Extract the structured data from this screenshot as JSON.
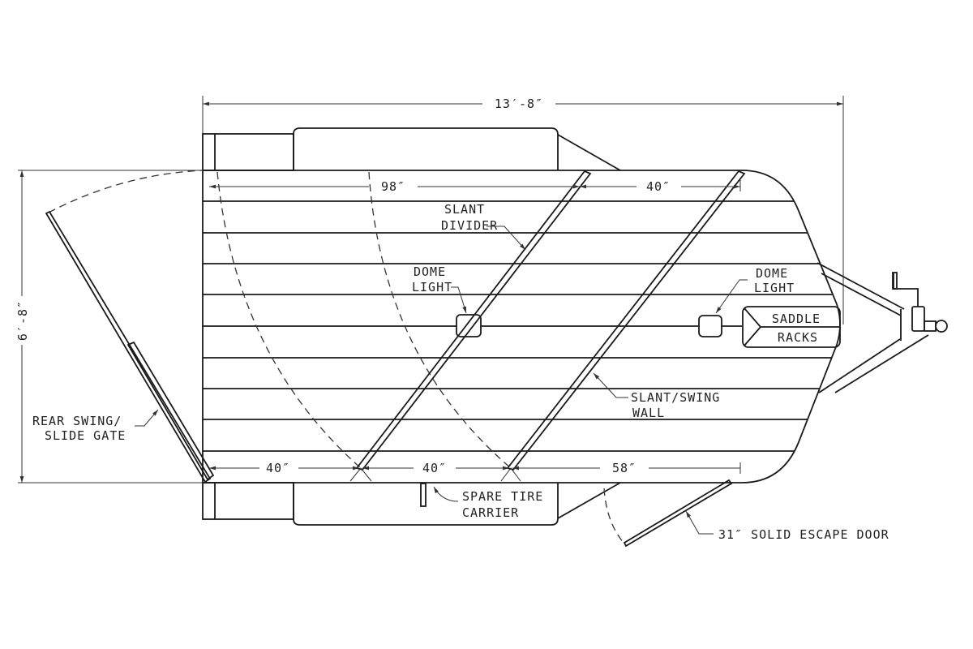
{
  "dimensions": {
    "overall_length": "13′-8″",
    "overall_width": "6′-8″",
    "top_rear": "98″",
    "top_front": "40″",
    "bottom_1": "40″",
    "bottom_2": "40″",
    "bottom_3": "58″"
  },
  "labels": {
    "slant_divider": [
      "SLANT",
      "DIVIDER"
    ],
    "dome_light_1": [
      "DOME",
      "LIGHT"
    ],
    "dome_light_2": [
      "DOME",
      "LIGHT"
    ],
    "saddle_racks": [
      "SADDLE",
      "RACKS"
    ],
    "slant_swing_wall": [
      "SLANT/SWING",
      "WALL"
    ],
    "rear_gate": [
      "REAR SWING/",
      "SLIDE GATE"
    ],
    "spare_tire": [
      "SPARE TIRE",
      "CARRIER"
    ],
    "escape_door": "31″ SOLID ESCAPE DOOR"
  }
}
